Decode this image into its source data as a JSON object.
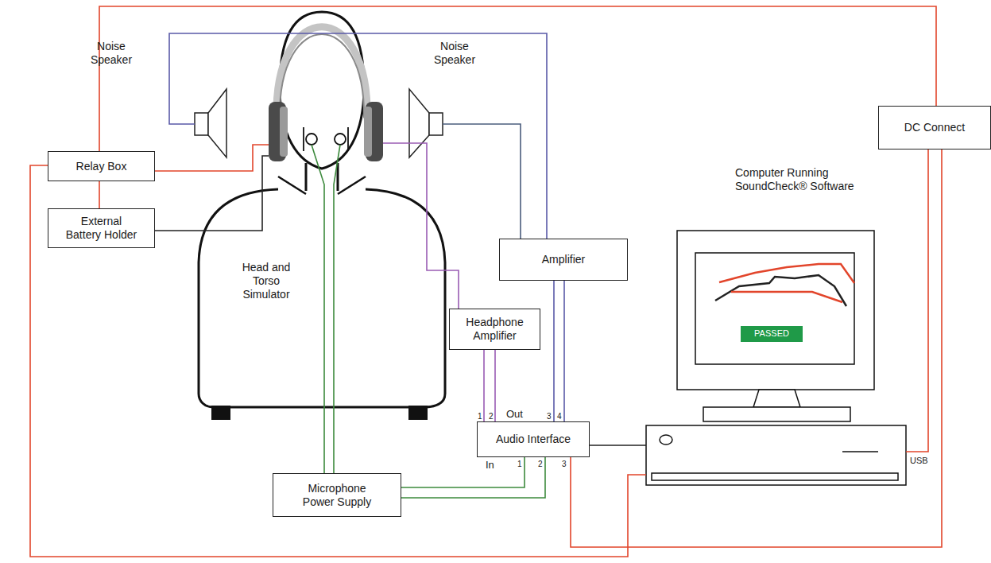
{
  "diagram": {
    "nodes": [
      {
        "text": [
          "Noise Speaker"
        ]
      },
      {
        "text": [
          "Noise Speaker"
        ]
      },
      {
        "text": [
          "Relay Box"
        ]
      },
      {
        "text": [
          "External Battery Holder"
        ]
      },
      {
        "text": [
          "Head and Torso Simulator"
        ]
      },
      {
        "text": [
          "Headphone Amplifier"
        ]
      },
      {
        "text": [
          "Amplifier"
        ]
      },
      {
        "text": [
          "Audio Interface"
        ]
      },
      {
        "text": [
          "Microphone Power Supply"
        ]
      },
      {
        "text": [
          "DC Connect"
        ]
      },
      {
        "text": [
          "Computer Running SoundCheck® Software"
        ]
      },
      {
        "text": [
          "PASSED"
        ],
        "in": 10
      }
    ],
    "edges": [
      {
        "from": 2,
        "to": 9,
        "arrow": "none"
      },
      {
        "from": 2,
        "to": 3,
        "arrow": "none"
      },
      {
        "from": 2,
        "to": 4,
        "arrow": "none"
      },
      {
        "from": 3,
        "to": 4,
        "arrow": "none"
      },
      {
        "from": 2,
        "to": 10,
        "arrow": "none"
      },
      {
        "from": 0,
        "to": 6,
        "arrow": "none"
      },
      {
        "from": 1,
        "to": 6,
        "arrow": "none"
      },
      {
        "from": 4,
        "to": 5,
        "arrow": "none"
      },
      {
        "from": 5,
        "to": 7,
        "arrow": "none"
      },
      {
        "from": 6,
        "to": 7,
        "arrow": "none"
      },
      {
        "from": 4,
        "to": 8,
        "arrow": "none"
      },
      {
        "from": 8,
        "to": 7,
        "arrow": "none"
      },
      {
        "from": 7,
        "to": 10,
        "arrow": "none"
      },
      {
        "from": 7,
        "to": 9,
        "arrow": "none"
      },
      {
        "from": 9,
        "to": 10,
        "arrow": "none"
      }
    ],
    "labels": [
      "Out",
      "1",
      "2",
      "3",
      "4",
      "In",
      "1",
      "2",
      "3",
      "USB"
    ]
  }
}
